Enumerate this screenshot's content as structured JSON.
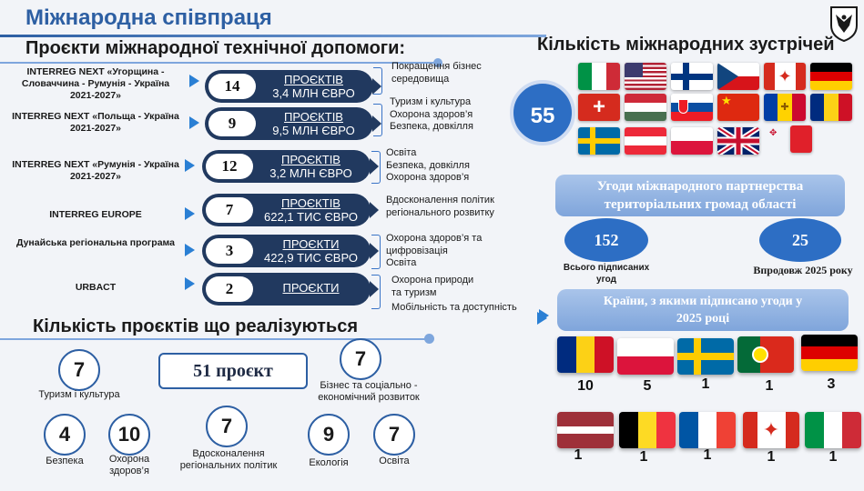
{
  "page": {
    "title": "Міжнародна співпраця",
    "section_projects": "Проєкти міжнародної технічної допомоги:",
    "section_meetings": "Кількість міжнародних зустрічей",
    "section_counts": "Кількість проєктів що реалізуються"
  },
  "programs": [
    {
      "name": "INTERREG NEXT «Угорщина - Словаччина - Румунія - Україна 2021-2027»",
      "count": "14",
      "label": "ПРОЄКТІВ",
      "amount": "3,4 МЛН ЄВРО",
      "themes": [
        "Покращення бізнес",
        "середовища"
      ]
    },
    {
      "name": "INTERREG NEXT «Польща - Україна 2021-2027»",
      "count": "9",
      "label": "ПРОЄКТІВ",
      "amount": "9,5 МЛН ЄВРО",
      "themes": [
        "Туризм і культура",
        "Охорона здоров’я",
        "Безпека, довкілля"
      ]
    },
    {
      "name": "INTERREG NEXT «Румунія - Україна 2021-2027»",
      "count": "12",
      "label": "ПРОЄКТІВ",
      "amount": "3,2 МЛН ЄВРО",
      "themes": [
        "Освіта",
        "Безпека, довкілля",
        "Охорона здоров’я"
      ]
    },
    {
      "name": "INTERREG EUROPE",
      "count": "7",
      "label": "ПРОЄКТІВ",
      "amount": "622,1 ТИС ЄВРО",
      "themes": [
        "Вдосконалення політик",
        "регіонального розвитку"
      ]
    },
    {
      "name": "Дунайська регіональна програма",
      "count": "3",
      "label": "ПРОЄКТИ",
      "amount": "422,9 ТИС ЄВРО",
      "themes": [
        "Охорона здоров’я та",
        "цифровізація",
        "Освіта"
      ]
    },
    {
      "name": "URBACT",
      "count": "2",
      "label": "ПРОЄКТИ",
      "amount": "",
      "themes": [
        "Охорона природи",
        "та туризм",
        "Мобільність та доступність"
      ]
    }
  ],
  "counts": {
    "total": "51 проєкт",
    "tourism": {
      "value": "7",
      "label": "Туризм і культура"
    },
    "business": {
      "value": "7",
      "label": "Бізнес та соціально - економічний розвиток"
    },
    "security": {
      "value": "4",
      "label": "Безпека"
    },
    "health": {
      "value": "10",
      "label": "Охорона здоров’я"
    },
    "policy": {
      "value": "7",
      "label": "Вдосконалення регіональних політик"
    },
    "ecology": {
      "value": "9",
      "label": "Екологія"
    },
    "education": {
      "value": "7",
      "label": "Освіта"
    }
  },
  "meetings": {
    "total": "55",
    "flags": [
      "italy",
      "usa",
      "finland",
      "czechia",
      "canada",
      "germany",
      "switzerland",
      "hungary",
      "slovakia",
      "china",
      "moldova",
      "romania",
      "sweden",
      "austria",
      "poland",
      "uk",
      "red-square"
    ]
  },
  "agreements": {
    "banner": "Угоди міжнародного партнерства територіальних громад області",
    "signed_value": "152",
    "signed_label": "Всього підписаних угод",
    "year_value": "25",
    "year_label": "Впродовж 2025 року",
    "countries_banner": "Країни, з якими підписано угоди у 2025 році",
    "countries": [
      {
        "flag": "romania",
        "count": "10"
      },
      {
        "flag": "poland",
        "count": "5"
      },
      {
        "flag": "sweden",
        "count": "1"
      },
      {
        "flag": "portugal",
        "count": "1"
      },
      {
        "flag": "germany",
        "count": "3"
      },
      {
        "flag": "latvia",
        "count": "1"
      },
      {
        "flag": "belgium",
        "count": "1"
      },
      {
        "flag": "france",
        "count": "1"
      },
      {
        "flag": "canada",
        "count": "1"
      },
      {
        "flag": "italy",
        "count": "1"
      }
    ]
  },
  "colors": {
    "accent": "#2d5fa3",
    "pill": "#21395f",
    "circle": "#2d6ec4"
  }
}
